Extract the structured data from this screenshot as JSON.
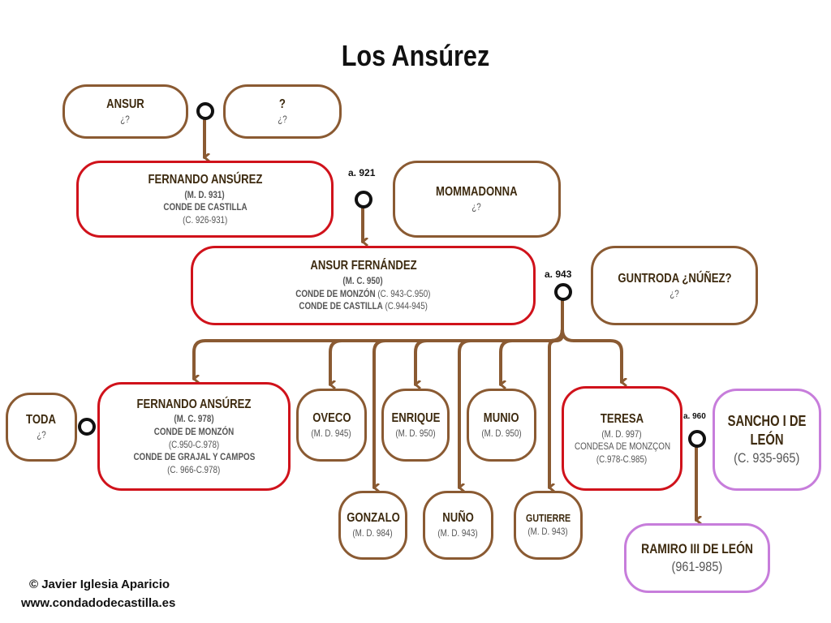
{
  "title": "Los Ansúrez",
  "colors": {
    "line": "#8a5a32",
    "count": "#d0121b",
    "royal": "#c77ddb",
    "other": "#8a5a32"
  },
  "marriages": {
    "m921": "a. 921",
    "m943": "a. 943",
    "m960": "a. 960"
  },
  "people": {
    "ansur": {
      "name": "ANSUR",
      "l1": "¿?"
    },
    "unknown": {
      "name": "?",
      "l1": "¿?"
    },
    "fernando1": {
      "name": "FERNANDO ANSÚREZ",
      "l1": "(M. D. 931)",
      "l2": "CONDE DE CASTILLA",
      "l3": "(C. 926-931)"
    },
    "mommadonna": {
      "name": "MOMMADONNA",
      "l1": "¿?"
    },
    "ansur_f": {
      "name": "ANSUR FERNÁNDEZ",
      "l1": "(M. C. 950)",
      "l2a": "CONDE DE MONZÓN",
      "l2b": " (C. 943-C.950)",
      "l3a": "CONDE DE CASTILLA",
      "l3b": " (C.944-945)"
    },
    "guntroda": {
      "name": "GUNTRODA ¿NÚÑEZ?",
      "l1": "¿?"
    },
    "toda": {
      "name": "TODA",
      "l1": "¿?"
    },
    "fernando2": {
      "name": "FERNANDO ANSÚREZ",
      "l1": "(M. C. 978)",
      "l2": "CONDE DE MONZÓN",
      "l3": "(C.950-C.978)",
      "l4": "CONDE DE GRAJAL Y CAMPOS",
      "l5": "(C. 966-C.978)"
    },
    "oveco": {
      "name": "OVECO",
      "l1": "(M. D. 945)"
    },
    "enrique": {
      "name": "ENRIQUE",
      "l1": "(M. D. 950)"
    },
    "munio": {
      "name": "MUNIO",
      "l1": "(M. D. 950)"
    },
    "teresa": {
      "name": "TERESA",
      "l1": "(M. D. 997)",
      "l2": "CONDESA DE MONZÇON",
      "l3": "(C.978-C.985)"
    },
    "sancho": {
      "name": "SANCHO I DE LEÓN",
      "l1": "(C. 935-965)"
    },
    "gonzalo": {
      "name": "GONZALO",
      "l1": "(M. D. 984)"
    },
    "nuno": {
      "name": "NUÑO",
      "l1": "(M. D. 943)"
    },
    "gutierre": {
      "name": "GUTIERRE",
      "l1": "(M. D. 943)"
    },
    "ramiro": {
      "name": "RAMIRO III DE LEÓN",
      "l1": "(961-985)"
    }
  },
  "credit": {
    "author": "© Javier Iglesia Aparicio",
    "site": "www.condadodecastilla.es"
  }
}
